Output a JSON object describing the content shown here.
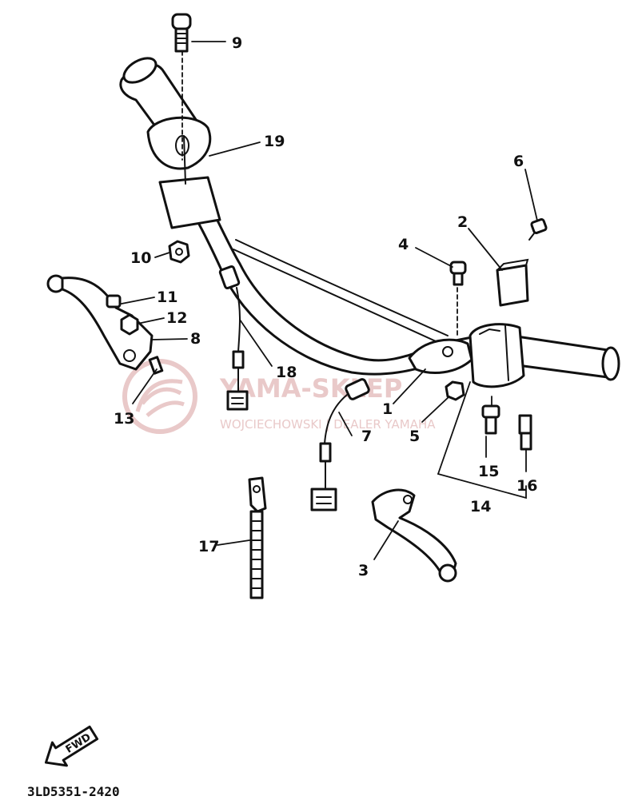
{
  "watermark": {
    "brand": "YAMA-SKLEP",
    "subtitle": "WOJCIECHOWSKI | DEALER YAMAHA",
    "color": "#e9c9c9"
  },
  "direction_badge": "FWD",
  "diagram_code": "3LD5351-2420",
  "callouts": {
    "p1": "1",
    "p2": "2",
    "p3": "3",
    "p4": "4",
    "p5": "5",
    "p6": "6",
    "p7": "7",
    "p8": "8",
    "p9": "9",
    "p10": "10",
    "p11": "11",
    "p12": "12",
    "p13": "13",
    "p14": "14",
    "p15": "15",
    "p16": "16",
    "p17": "17",
    "p18": "18",
    "p19": "19"
  }
}
